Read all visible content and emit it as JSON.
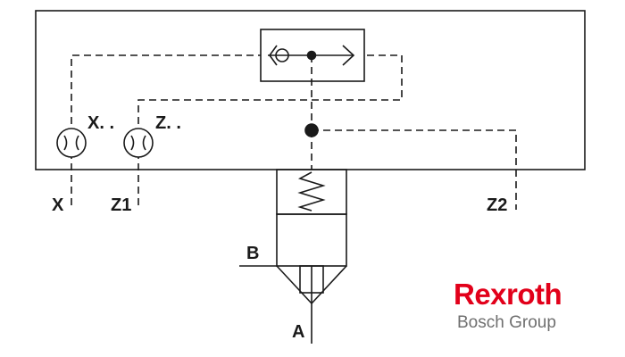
{
  "diagram": {
    "ports": {
      "x": "X",
      "z1": "Z1",
      "z2": "Z2",
      "b": "B",
      "a": "A"
    },
    "orifice_labels": {
      "x_orifice": "X. .",
      "z_orifice": "Z. ."
    }
  },
  "logo": {
    "brand": "Rexroth",
    "sub": "Bosch Group",
    "brand_color": "#e2001a",
    "sub_color": "#6f6f6f"
  }
}
